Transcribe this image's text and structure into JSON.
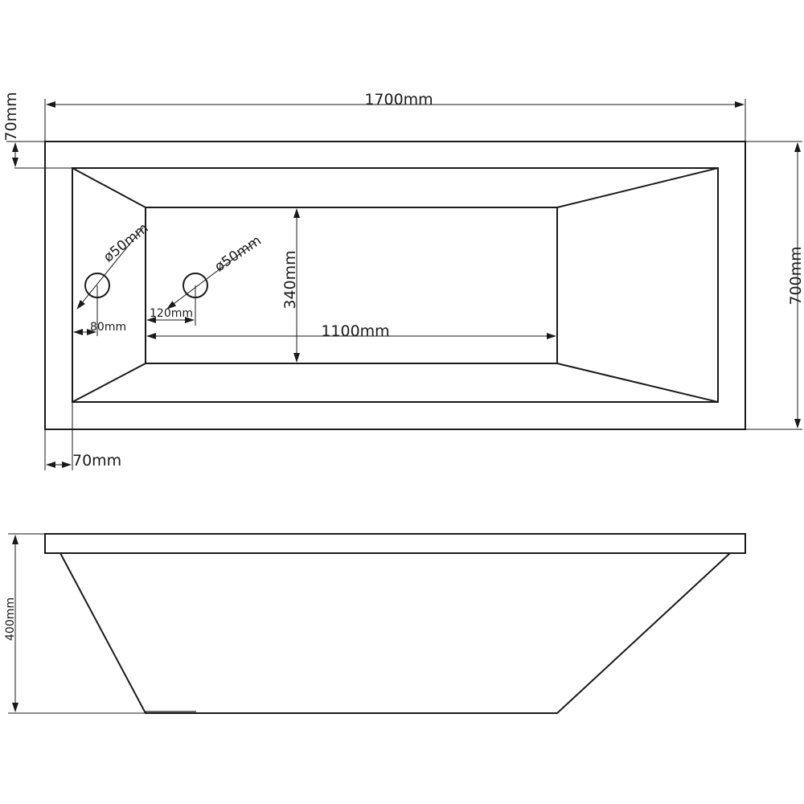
{
  "plan_view": {
    "overall_length": "1700mm",
    "overall_width": "700mm",
    "rim_top": "70mm",
    "rim_left": "70mm",
    "waste_hole_1": "ø50mm",
    "waste_hole_2": "ø50mm",
    "waste_offset_1": "80mm",
    "waste_offset_2": "120mm",
    "floor_length": "1100mm",
    "floor_width": "340mm"
  },
  "side_view": {
    "height": "400mm"
  }
}
